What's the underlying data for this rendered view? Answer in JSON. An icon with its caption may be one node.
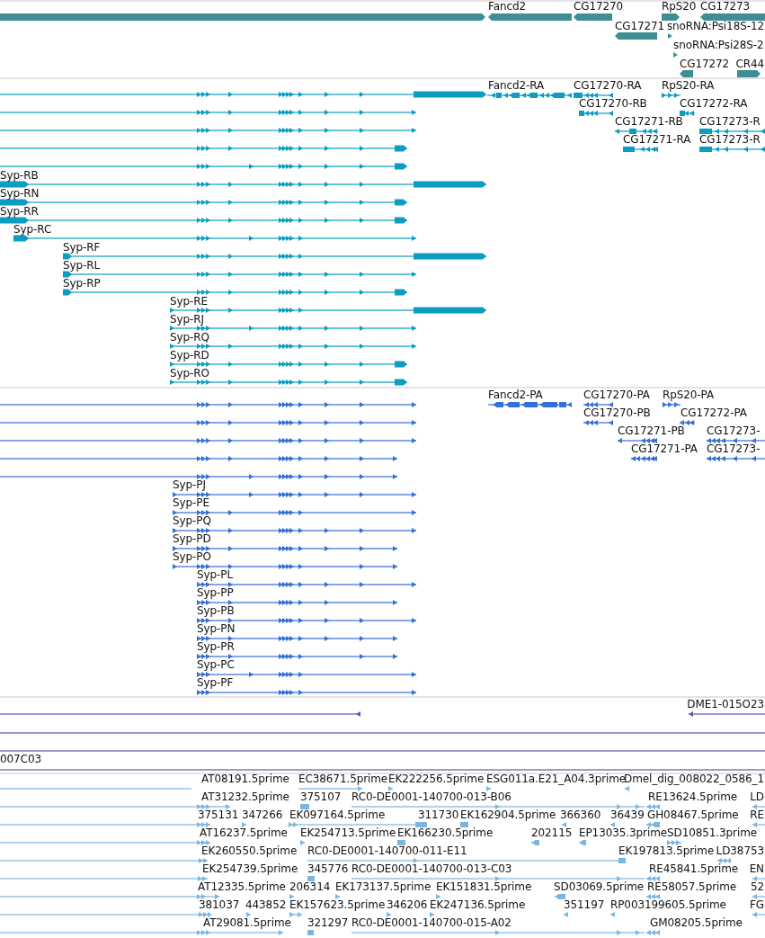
{
  "diagram": {
    "labels": [
      "Fancd2",
      "CG17270",
      "RpS20",
      "CG17273",
      "CG17271",
      "snoRNA:Psi18S-12",
      "snoRNA:Psi28S-2",
      "CG17272",
      "CR44",
      "Fancd2-RA",
      "CG17270-RA",
      "RpS20-RA",
      "CG17270-RB",
      "CG17272-RA",
      "CG17271-RB",
      "CG17273-R",
      "CG17271-RA",
      "CG17273-R",
      "Syp-RB",
      "Syp-RN",
      "Syp-RR",
      "Syp-RC",
      "Syp-RF",
      "Syp-RL",
      "Syp-RP",
      "Syp-RE",
      "Syp-RJ",
      "Syp-RQ",
      "Syp-RD",
      "Syp-RO",
      "Fancd2-PA",
      "CG17270-PA",
      "RpS20-PA",
      "CG17270-PB",
      "CG17272-PA",
      "CG17271-PB",
      "CG17273-",
      "CG17271-PA",
      "CG17273-",
      "Syp-PJ",
      "Syp-PE",
      "Syp-PQ",
      "Syp-PD",
      "Syp-PO",
      "Syp-PL",
      "Syp-PP",
      "Syp-PB",
      "Syp-PN",
      "Syp-PR",
      "Syp-PC",
      "Syp-PF",
      "DME1-015O23",
      "007C03",
      "AT08191.5prime",
      "EC38671.5prime",
      "EK222256.5prime",
      "ESG011a.E21_A04.3prime",
      "Dmel_dig_008022_0586_1",
      "AT31232.5prime",
      "375107",
      "RC0-DE0001-140700-013-B06",
      "RE13624.5prime",
      "LD",
      "375131",
      "347266",
      "EK097164.5prime",
      "311730",
      "EK162904.5prime",
      "366360",
      "36439",
      "GH08467.5prime",
      "RE",
      "AT16237.5prime",
      "EK254713.5prime",
      "EK166230.5prime",
      "202115",
      "EP13035.3prime",
      "SD10851.3prime",
      "EK260550.5prime",
      "RC0-DE0001-140700-011-E11",
      "EK197813.5prime",
      "LD38753",
      "EK254739.5prime",
      "345776",
      "RC0-DE0001-140700-013-C03",
      "RE45841.5prime",
      "EN",
      "AT12335.5prime",
      "206314",
      "EK173137.5prime",
      "EK151831.5prime",
      "SD03069.5prime",
      "RE58057.5prime",
      "52",
      "381037",
      "443852",
      "EK157623.5prime",
      "346206",
      "EK247136.5prime",
      "351197",
      "RP003199605.5prime",
      "FG",
      "AT29081.5prime",
      "321297",
      "RC0-DE0001-140700-015-A02",
      "GM08205.5prime"
    ]
  }
}
